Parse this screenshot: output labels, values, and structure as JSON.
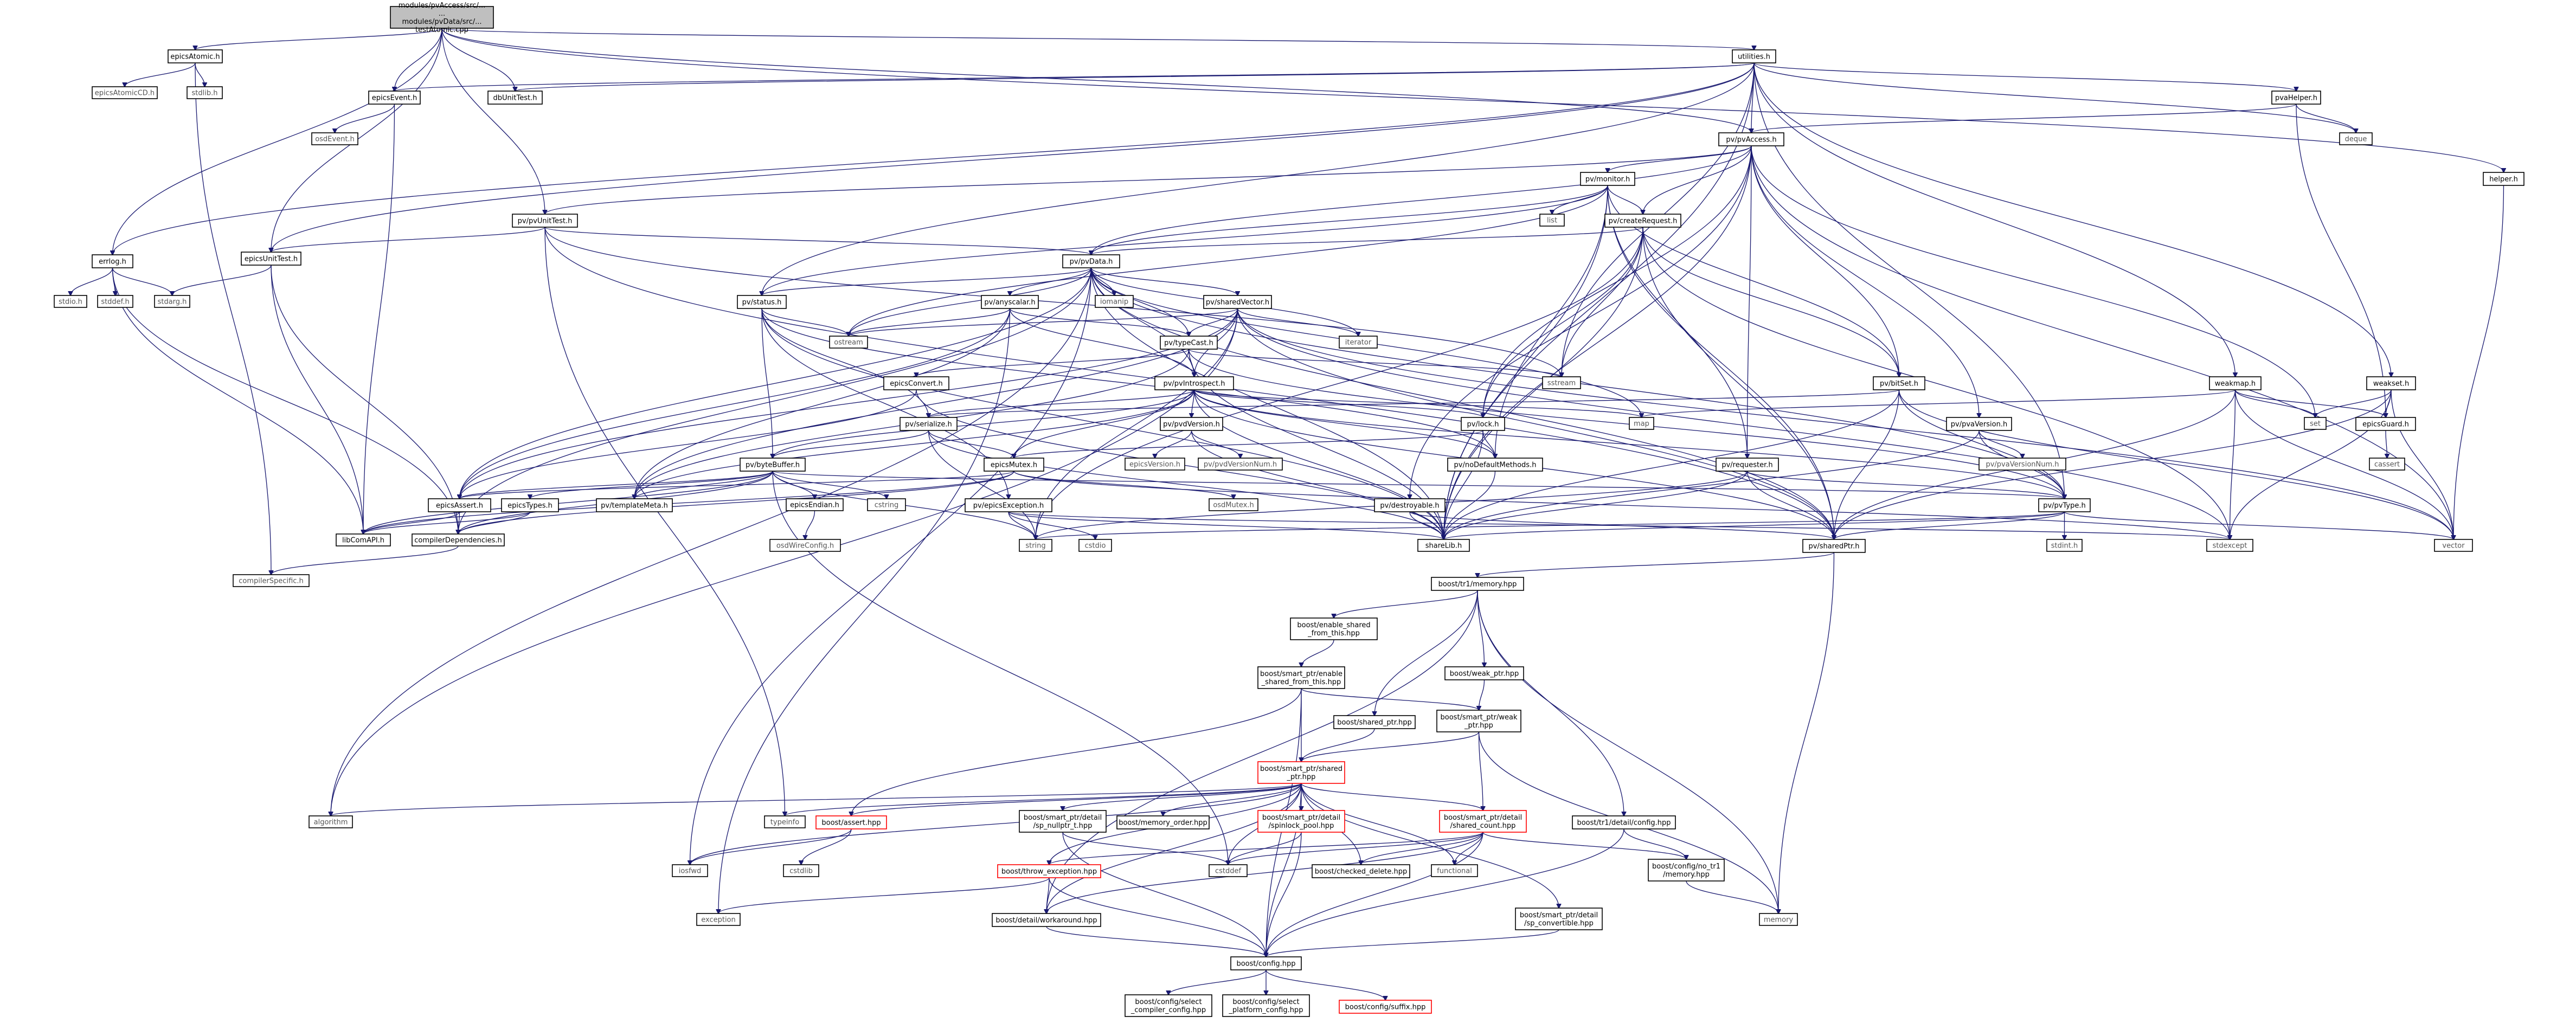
{
  "diagram": {
    "nodes": [
      {
        "id": "root",
        "lines": [
          "modules/pvAccess/src/...",
          "...",
          "modules/pvData/src/...",
          "testAtomic.cpp"
        ]
      },
      {
        "id": "epicsAtomic",
        "lines": [
          "epicsAtomic.h"
        ]
      },
      {
        "id": "epicsAtomicCD",
        "lines": [
          "epicsAtomicCD.h"
        ]
      },
      {
        "id": "stdlib",
        "lines": [
          "stdlib.h"
        ]
      },
      {
        "id": "errlog",
        "lines": [
          "errlog.h"
        ]
      },
      {
        "id": "stdio",
        "lines": [
          "stdio.h"
        ]
      },
      {
        "id": "stddef",
        "lines": [
          "stddef.h"
        ]
      },
      {
        "id": "stdarg",
        "lines": [
          "stdarg.h"
        ]
      },
      {
        "id": "libComAPI",
        "lines": [
          "libComAPI.h"
        ]
      },
      {
        "id": "compilerDependencies",
        "lines": [
          "compilerDependencies.h"
        ]
      },
      {
        "id": "compilerSpecific",
        "lines": [
          "compilerSpecific.h"
        ]
      },
      {
        "id": "epicsEvent",
        "lines": [
          "epicsEvent.h"
        ]
      },
      {
        "id": "osdEvent",
        "lines": [
          "osdEvent.h"
        ]
      },
      {
        "id": "epicsUnitTest",
        "lines": [
          "epicsUnitTest.h"
        ]
      },
      {
        "id": "dbUnitTest",
        "lines": [
          "dbUnitTest.h"
        ]
      },
      {
        "id": "pvUnitTest",
        "lines": [
          "pv/pvUnitTest.h"
        ]
      },
      {
        "id": "utilities",
        "lines": [
          "utilities.h"
        ]
      },
      {
        "id": "pvaHelper",
        "lines": [
          "pvaHelper.h"
        ]
      },
      {
        "id": "deque",
        "lines": [
          "deque"
        ]
      },
      {
        "id": "helper",
        "lines": [
          "helper.h"
        ]
      },
      {
        "id": "pvAccess",
        "lines": [
          "pv/pvAccess.h"
        ]
      },
      {
        "id": "monitor",
        "lines": [
          "pv/monitor.h"
        ]
      },
      {
        "id": "createRequest",
        "lines": [
          "pv/createRequest.h"
        ]
      },
      {
        "id": "list",
        "lines": [
          "list"
        ]
      },
      {
        "id": "pvData",
        "lines": [
          "pv/pvData.h"
        ]
      },
      {
        "id": "status",
        "lines": [
          "pv/status.h"
        ]
      },
      {
        "id": "pvIntrospect",
        "lines": [
          "pv/pvIntrospect.h"
        ]
      },
      {
        "id": "typeCast",
        "lines": [
          "pv/typeCast.h"
        ]
      },
      {
        "id": "sharedVector",
        "lines": [
          "pv/sharedVector.h"
        ]
      },
      {
        "id": "anyscalar",
        "lines": [
          "pv/anyscalar.h"
        ]
      },
      {
        "id": "iomanip",
        "lines": [
          "iomanip"
        ]
      },
      {
        "id": "ostream",
        "lines": [
          "ostream"
        ]
      },
      {
        "id": "iterator",
        "lines": [
          "iterator"
        ]
      },
      {
        "id": "sstream",
        "lines": [
          "sstream"
        ]
      },
      {
        "id": "bitSet",
        "lines": [
          "pv/bitSet.h"
        ]
      },
      {
        "id": "weakmap",
        "lines": [
          "weakmap.h"
        ]
      },
      {
        "id": "weakset",
        "lines": [
          "weakset.h"
        ]
      },
      {
        "id": "epicsGuard",
        "lines": [
          "epicsGuard.h"
        ]
      },
      {
        "id": "set",
        "lines": [
          "set"
        ]
      },
      {
        "id": "map",
        "lines": [
          "map"
        ]
      },
      {
        "id": "cassert",
        "lines": [
          "cassert"
        ]
      },
      {
        "id": "epicsConvert",
        "lines": [
          "epicsConvert.h"
        ]
      },
      {
        "id": "serialize",
        "lines": [
          "pv/serialize.h"
        ]
      },
      {
        "id": "pvdVersion",
        "lines": [
          "pv/pvdVersion.h"
        ]
      },
      {
        "id": "epicsVersion",
        "lines": [
          "epicsVersion.h"
        ]
      },
      {
        "id": "pvdVersionNum",
        "lines": [
          "pv/pvdVersionNum.h"
        ]
      },
      {
        "id": "lock",
        "lines": [
          "pv/lock.h"
        ]
      },
      {
        "id": "noDefaultMethods",
        "lines": [
          "pv/noDefaultMethods.h"
        ]
      },
      {
        "id": "pvaVersion",
        "lines": [
          "pv/pvaVersion.h"
        ]
      },
      {
        "id": "pvaVersionNum",
        "lines": [
          "pv/pvaVersionNum.h"
        ]
      },
      {
        "id": "requester",
        "lines": [
          "pv/requester.h"
        ]
      },
      {
        "id": "byteBuffer",
        "lines": [
          "pv/byteBuffer.h"
        ]
      },
      {
        "id": "epicsMutex",
        "lines": [
          "epicsMutex.h"
        ]
      },
      {
        "id": "osdMutex",
        "lines": [
          "osdMutex.h"
        ]
      },
      {
        "id": "epicsAssert",
        "lines": [
          "epicsAssert.h"
        ]
      },
      {
        "id": "epicsTypes",
        "lines": [
          "epicsTypes.h"
        ]
      },
      {
        "id": "templateMeta",
        "lines": [
          "pv/templateMeta.h"
        ]
      },
      {
        "id": "epicsEndian",
        "lines": [
          "epicsEndian.h"
        ]
      },
      {
        "id": "osdWireConfig",
        "lines": [
          "osdWireConfig.h"
        ]
      },
      {
        "id": "cstring",
        "lines": [
          "cstring"
        ]
      },
      {
        "id": "pvIntrospectException",
        "lines": [
          "pv/epicsException.h"
        ]
      },
      {
        "id": "destroyable",
        "lines": [
          "pv/destroyable.h"
        ]
      },
      {
        "id": "pvType",
        "lines": [
          "pv/pvType.h"
        ]
      },
      {
        "id": "stdint",
        "lines": [
          "stdint.h"
        ]
      },
      {
        "id": "sharedPtr",
        "lines": [
          "pv/sharedPtr.h"
        ]
      },
      {
        "id": "sharedLib",
        "lines": [
          "shareLib.h"
        ]
      },
      {
        "id": "string",
        "lines": [
          "string"
        ]
      },
      {
        "id": "cstdio",
        "lines": [
          "cstdio"
        ]
      },
      {
        "id": "stdexcept",
        "lines": [
          "stdexcept"
        ]
      },
      {
        "id": "vector",
        "lines": [
          "vector"
        ]
      },
      {
        "id": "tr1memory",
        "lines": [
          "boost/tr1/memory.hpp"
        ]
      },
      {
        "id": "enable_shared",
        "lines": [
          "boost/enable_shared",
          "_from_this.hpp"
        ]
      },
      {
        "id": "sp_enable_shared",
        "lines": [
          "boost/smart_ptr/enable",
          "_shared_from_this.hpp"
        ]
      },
      {
        "id": "weak_ptr",
        "lines": [
          "boost/weak_ptr.hpp"
        ]
      },
      {
        "id": "shared_ptr_hpp",
        "lines": [
          "boost/shared_ptr.hpp"
        ]
      },
      {
        "id": "sp_weak_ptr",
        "lines": [
          "boost/smart_ptr/weak",
          "_ptr.hpp"
        ]
      },
      {
        "id": "sp_shared_ptr",
        "lines": [
          "boost/smart_ptr/shared",
          "_ptr.hpp"
        ]
      },
      {
        "id": "algorithm",
        "lines": [
          "algorithm"
        ]
      },
      {
        "id": "typeinfo",
        "lines": [
          "typeinfo"
        ]
      },
      {
        "id": "assert_hpp",
        "lines": [
          "boost/assert.hpp"
        ]
      },
      {
        "id": "sp_nullptr",
        "lines": [
          "boost/smart_ptr/detail",
          "/sp_nullptr_t.hpp"
        ]
      },
      {
        "id": "memory_order",
        "lines": [
          "boost/memory_order.hpp"
        ]
      },
      {
        "id": "spinlock_pool",
        "lines": [
          "boost/smart_ptr/detail",
          "/spinlock_pool.hpp"
        ]
      },
      {
        "id": "shared_count",
        "lines": [
          "boost/smart_ptr/detail",
          "/shared_count.hpp"
        ]
      },
      {
        "id": "tr1_config",
        "lines": [
          "boost/tr1/detail/config.hpp"
        ]
      },
      {
        "id": "iosfwd",
        "lines": [
          "iosfwd"
        ]
      },
      {
        "id": "cstdlib",
        "lines": [
          "cstdlib"
        ]
      },
      {
        "id": "cstddef",
        "lines": [
          "cstddef"
        ]
      },
      {
        "id": "checked_delete",
        "lines": [
          "boost/checked_delete.hpp"
        ]
      },
      {
        "id": "functional",
        "lines": [
          "functional"
        ]
      },
      {
        "id": "no_tr1_memory",
        "lines": [
          "boost/config/no_tr1",
          "/memory.hpp"
        ]
      },
      {
        "id": "throw_exception",
        "lines": [
          "boost/throw_exception.hpp"
        ]
      },
      {
        "id": "exception",
        "lines": [
          "exception"
        ]
      },
      {
        "id": "workaround",
        "lines": [
          "boost/detail/workaround.hpp"
        ]
      },
      {
        "id": "sp_convertible",
        "lines": [
          "boost/smart_ptr/detail",
          "/sp_convertible.hpp"
        ]
      },
      {
        "id": "memory",
        "lines": [
          "memory"
        ]
      },
      {
        "id": "config_hpp",
        "lines": [
          "boost/config.hpp"
        ]
      },
      {
        "id": "select_compiler",
        "lines": [
          "boost/config/select",
          "_compiler_config.hpp"
        ]
      },
      {
        "id": "select_platform",
        "lines": [
          "boost/config/select",
          "_platform_config.hpp"
        ]
      },
      {
        "id": "suffix",
        "lines": [
          "boost/config/suffix.hpp"
        ]
      }
    ]
  }
}
